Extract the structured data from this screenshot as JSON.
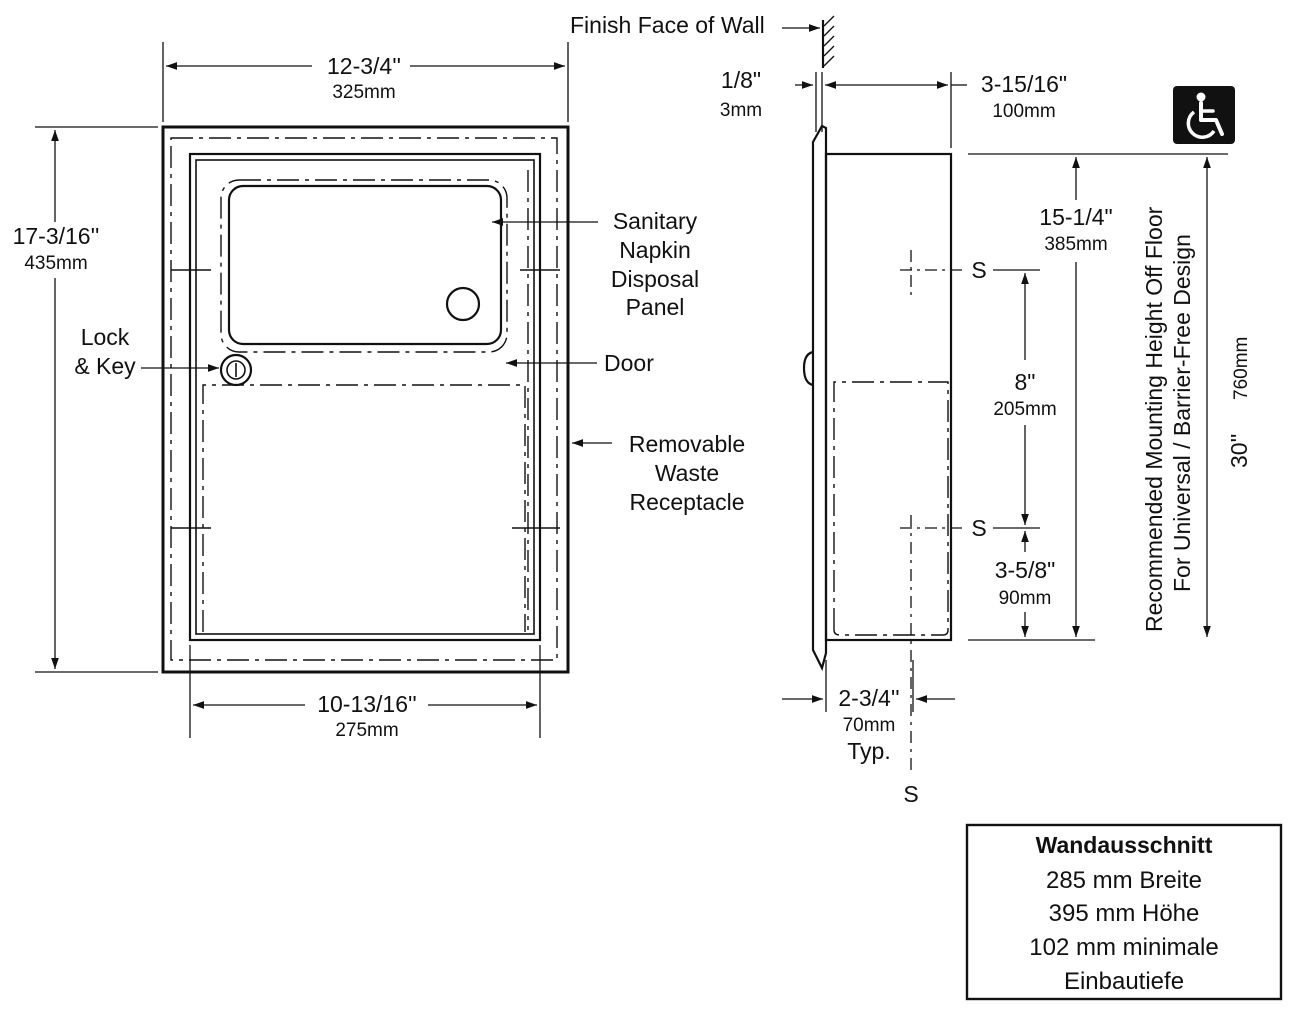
{
  "front_view": {
    "overall_width": "12-3/4''",
    "overall_width_mm": "325mm",
    "overall_height": "17-3/16''",
    "overall_height_mm": "435mm",
    "inner_width": "10-13/16''",
    "inner_width_mm": "275mm",
    "callouts": {
      "sanitary_panel": [
        "Sanitary",
        "Napkin",
        "Disposal",
        "Panel"
      ],
      "door": "Door",
      "lock": [
        "Lock",
        "& Key"
      ],
      "receptacle": [
        "Removable",
        "Waste",
        "Receptacle"
      ]
    }
  },
  "side_view": {
    "finish_face": "Finish Face of Wall",
    "flange": "1/8\"",
    "flange_mm": "3mm",
    "depth": "3-15/16\"",
    "depth_mm": "100mm",
    "top_to_s": "15-1/4\"",
    "top_to_s_mm": "385mm",
    "s_spacing": "8\"",
    "s_spacing_mm": "205mm",
    "bottom_to_s": "3-5/8\"",
    "bottom_to_s_mm": "90mm",
    "side_width": "2-3/4''",
    "side_width_mm": "70mm",
    "side_width_note": "Typ.",
    "s_label": "S",
    "mounting_height": "30''",
    "mounting_height_mm": "760mm",
    "mounting_note": [
      "Recommended Mounting Height Off Floor",
      "For Universal / Barrier-Free Design"
    ]
  },
  "accessibility_icon": "wheelchair-icon",
  "cutout_box": {
    "title": "Wandausschnitt",
    "lines": [
      "285  mm  Breite",
      "395  mm  Höhe",
      "102  mm  minimale",
      "Einbautiefe"
    ]
  }
}
